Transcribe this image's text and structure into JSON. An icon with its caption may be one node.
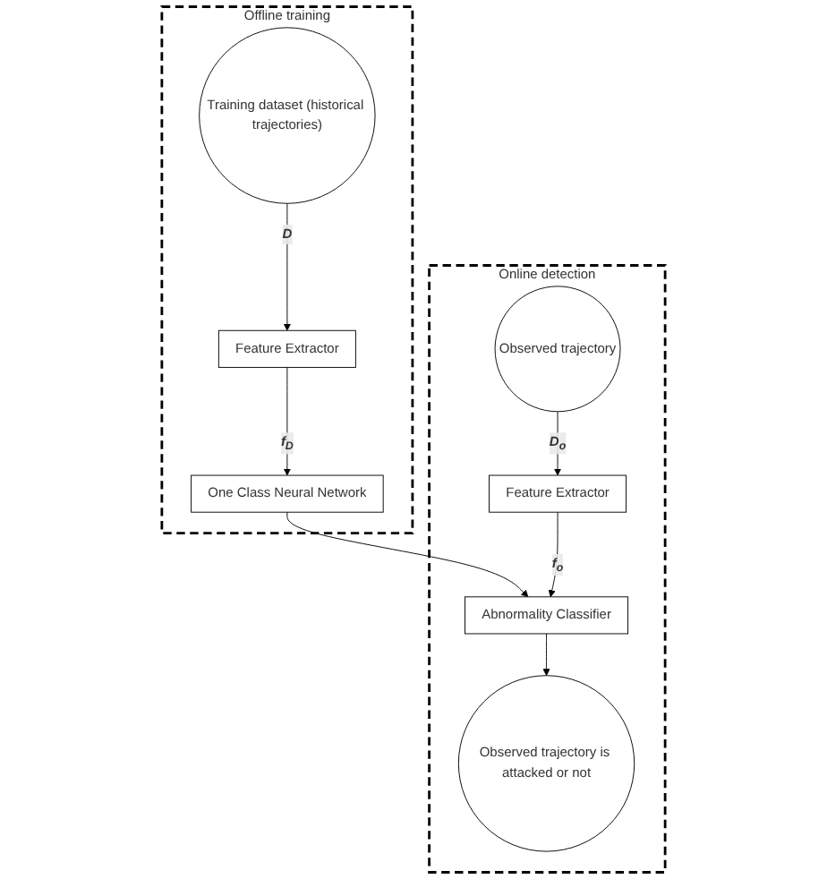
{
  "diagram": {
    "nodes": [
      {
        "text": [
          "Offline training"
        ]
      },
      {
        "text": [
          "Training dataset (historical trajectories)"
        ],
        "in": 0
      },
      {
        "text": [
          "Feature Extractor"
        ],
        "in": 0
      },
      {
        "text": [
          "One Class Neural Network"
        ],
        "in": 0
      },
      {
        "text": [
          "Online detection"
        ]
      },
      {
        "text": [
          "Abnormality Classifier"
        ],
        "in": 4
      },
      {
        "text": [
          "Observed trajectory is attacked or not"
        ],
        "in": 4
      },
      {
        "text": [
          "Feature Extractor"
        ],
        "in": 4
      },
      {
        "text": [
          "Observed trajectory"
        ],
        "in": 4
      }
    ],
    "edges": [
      {
        "from": 1,
        "to": 2,
        "arrow": "to",
        "label": "D"
      },
      {
        "from": 2,
        "to": 3,
        "arrow": "to",
        "label": "f$_{D}$"
      },
      {
        "from": 3,
        "to": 5,
        "arrow": "to"
      },
      {
        "from": 5,
        "to": 6,
        "arrow": "to"
      },
      {
        "from": 8,
        "to": 7,
        "arrow": "to",
        "label": "D$_{o}$"
      },
      {
        "from": 7,
        "to": 5,
        "arrow": "to",
        "label": "f$_{o}$"
      }
    ]
  }
}
